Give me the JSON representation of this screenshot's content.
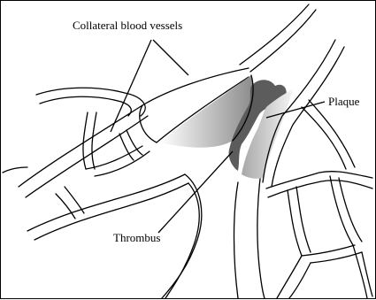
{
  "labels": {
    "collateral": "Collateral blood vessels",
    "plaque": "Plaque",
    "thrombus": "Thrombus"
  },
  "colors": {
    "line": "#000000",
    "plaque_light": "#f2f2f2",
    "plaque_dark": "#9a9a9a",
    "thrombus": "#5c5c5c"
  }
}
